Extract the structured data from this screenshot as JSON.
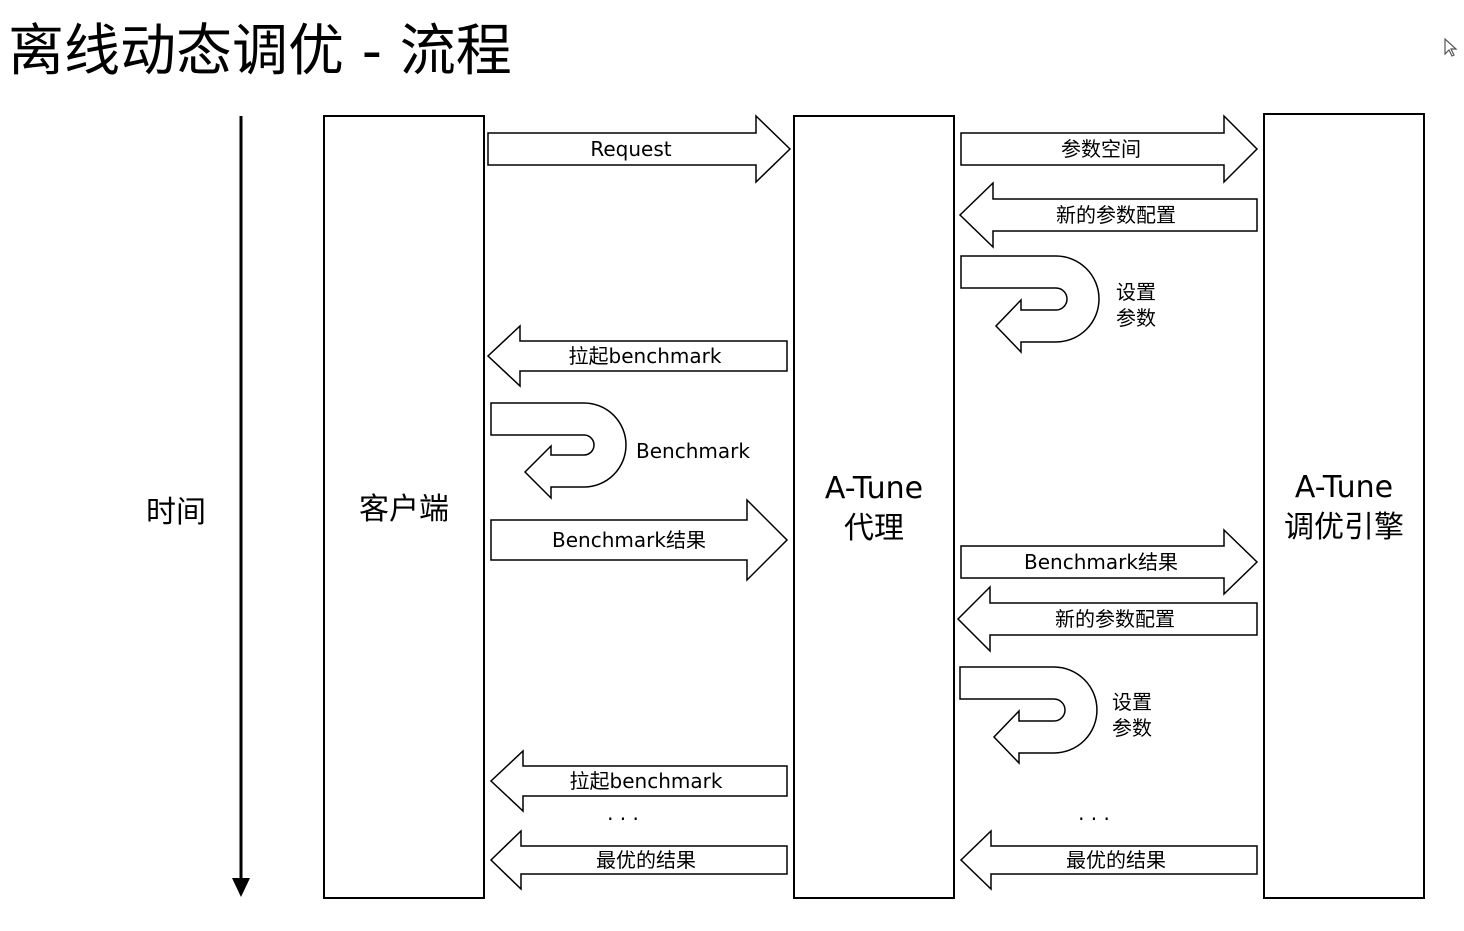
{
  "title": "离线动态调优 - 流程",
  "time_label": "时间",
  "columns": {
    "client": "客户端",
    "agent": [
      "A-Tune",
      "代理"
    ],
    "engine": [
      "A-Tune",
      "调优引擎"
    ]
  },
  "messages": {
    "request": "Request",
    "param_space": "参数空间",
    "new_config_1": "新的参数配置",
    "set_params_1": [
      "设置",
      "参数"
    ],
    "launch_1": "拉起benchmark",
    "benchmark_loop": "Benchmark",
    "bench_result_1": "Benchmark结果",
    "bench_result_2": "Benchmark结果",
    "new_config_2": "新的参数配置",
    "set_params_2": [
      "设置",
      "参数"
    ],
    "launch_2": "拉起benchmark",
    "best_result_left": "最优的结果",
    "best_result_right": "最优的结果"
  },
  "ellipsis": "·   ·   ·",
  "colors": {
    "stroke": "#000000",
    "fill": "#ffffff",
    "text": "#000000"
  }
}
